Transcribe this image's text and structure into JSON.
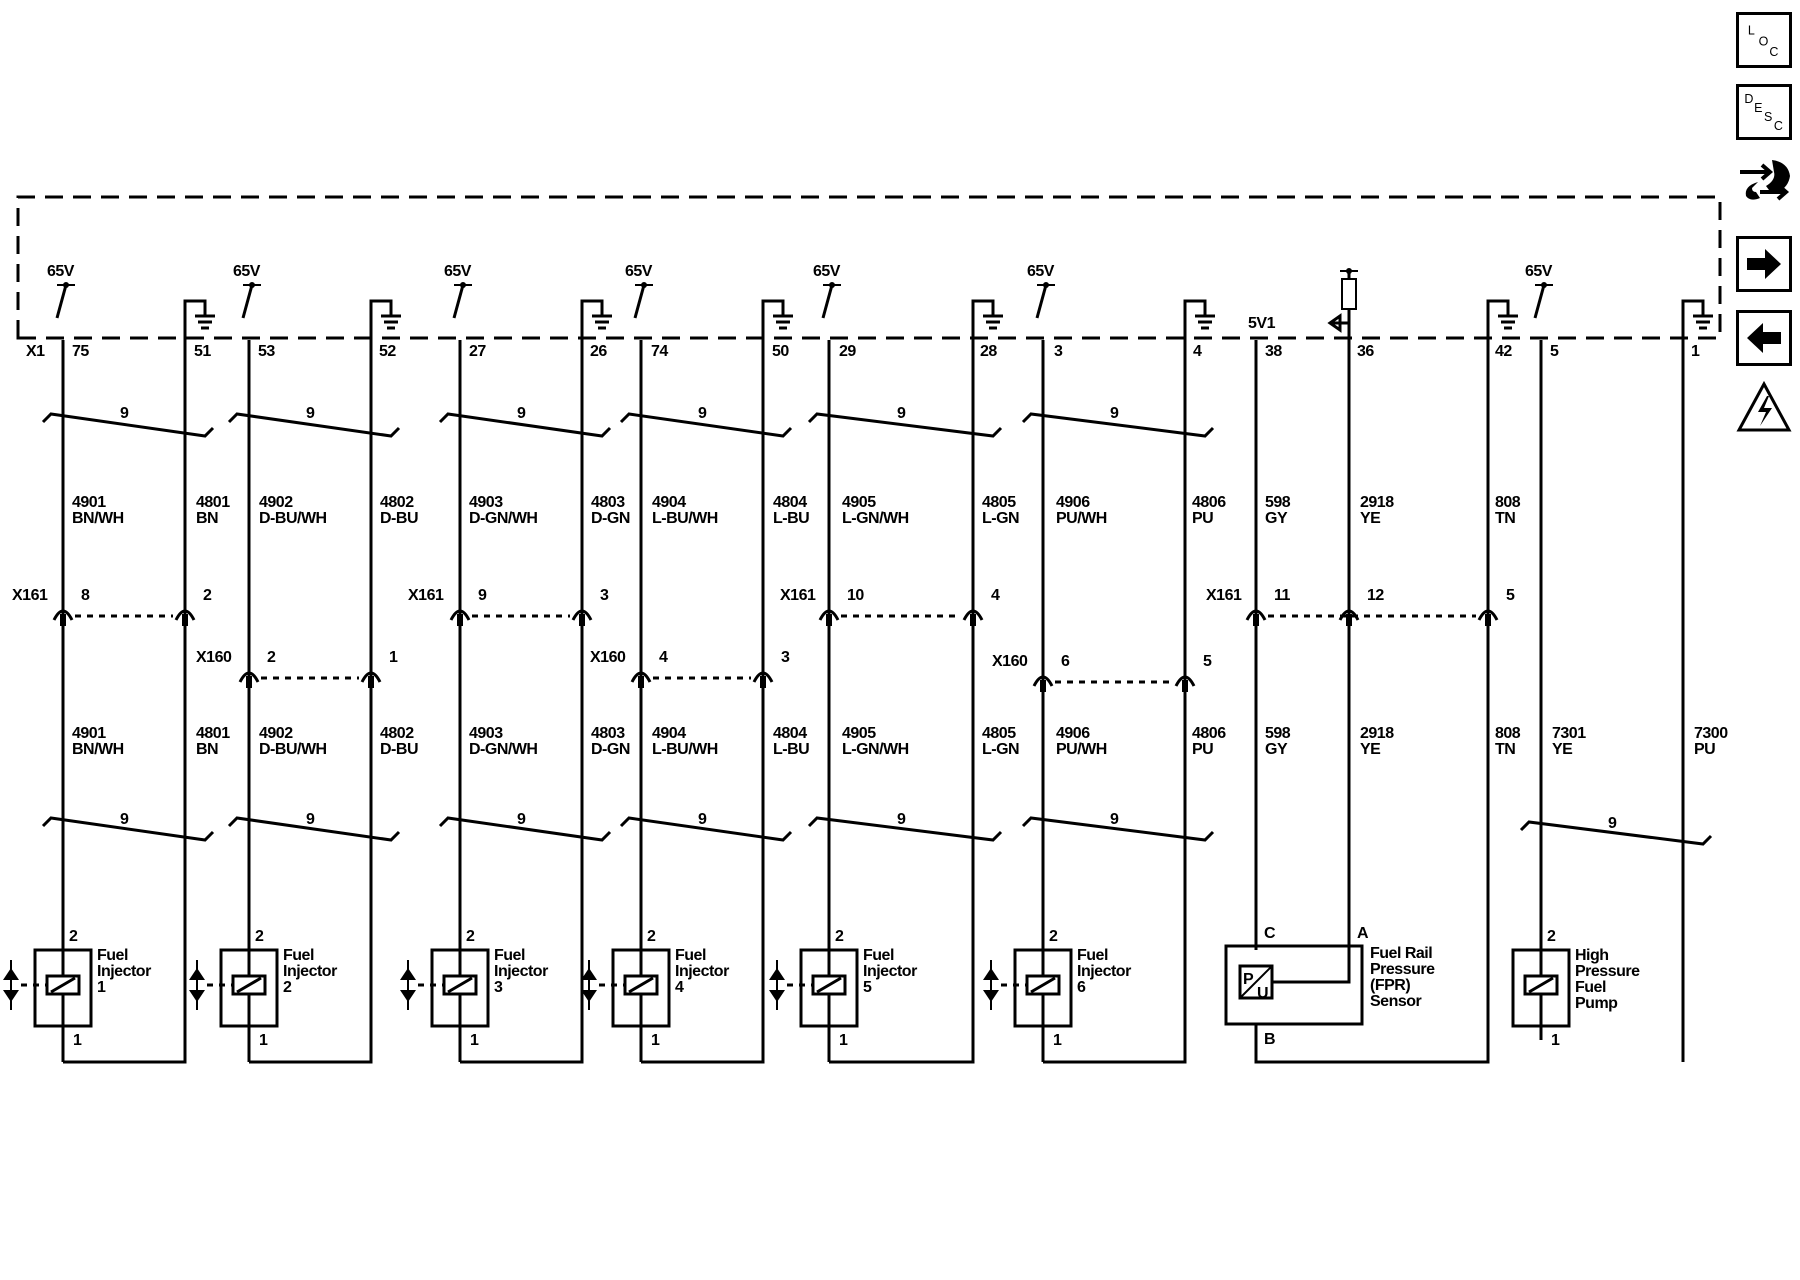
{
  "nav_icons": [
    {
      "id": "loc",
      "icon": "loc-icon",
      "letters": [
        "L",
        "O",
        "C"
      ]
    },
    {
      "id": "desc",
      "icon": "desc-icon",
      "letters": [
        "D",
        "E",
        "S",
        "C"
      ]
    },
    {
      "id": "connector",
      "icon": "connector-end-view-icon"
    },
    {
      "id": "next",
      "icon": "arrow-right-icon"
    },
    {
      "id": "prev",
      "icon": "arrow-left-icon"
    },
    {
      "id": "warning",
      "icon": "high-voltage-warning-icon"
    }
  ],
  "ecm": {
    "connector_label": "X1",
    "supply_label": "65V",
    "ref_label": "5V1"
  },
  "pins": [
    "75",
    "51",
    "53",
    "52",
    "27",
    "26",
    "74",
    "50",
    "29",
    "28",
    "3",
    "4",
    "38",
    "36",
    "42",
    "5",
    "1"
  ],
  "twist_label": "9",
  "upper_wires": [
    {
      "circuit": "4901",
      "color": "BN/WH"
    },
    {
      "circuit": "4801",
      "color": "BN"
    },
    {
      "circuit": "4902",
      "color": "D-BU/WH"
    },
    {
      "circuit": "4802",
      "color": "D-BU"
    },
    {
      "circuit": "4903",
      "color": "D-GN/WH"
    },
    {
      "circuit": "4803",
      "color": "D-GN"
    },
    {
      "circuit": "4904",
      "color": "L-BU/WH"
    },
    {
      "circuit": "4804",
      "color": "L-BU"
    },
    {
      "circuit": "4905",
      "color": "L-GN/WH"
    },
    {
      "circuit": "4805",
      "color": "L-GN"
    },
    {
      "circuit": "4906",
      "color": "PU/WH"
    },
    {
      "circuit": "4806",
      "color": "PU"
    },
    {
      "circuit": "598",
      "color": "GY"
    },
    {
      "circuit": "2918",
      "color": "YE"
    },
    {
      "circuit": "808",
      "color": "TN"
    }
  ],
  "lower_wires": [
    {
      "circuit": "4901",
      "color": "BN/WH"
    },
    {
      "circuit": "4801",
      "color": "BN"
    },
    {
      "circuit": "4902",
      "color": "D-BU/WH"
    },
    {
      "circuit": "4802",
      "color": "D-BU"
    },
    {
      "circuit": "4903",
      "color": "D-GN/WH"
    },
    {
      "circuit": "4803",
      "color": "D-GN"
    },
    {
      "circuit": "4904",
      "color": "L-BU/WH"
    },
    {
      "circuit": "4804",
      "color": "L-BU"
    },
    {
      "circuit": "4905",
      "color": "L-GN/WH"
    },
    {
      "circuit": "4805",
      "color": "L-GN"
    },
    {
      "circuit": "4906",
      "color": "PU/WH"
    },
    {
      "circuit": "4806",
      "color": "PU"
    },
    {
      "circuit": "598",
      "color": "GY"
    },
    {
      "circuit": "2918",
      "color": "YE"
    },
    {
      "circuit": "808",
      "color": "TN"
    },
    {
      "circuit": "7301",
      "color": "YE"
    },
    {
      "circuit": "7300",
      "color": "PU"
    }
  ],
  "inline_connectors": {
    "x161": {
      "label": "X161",
      "groups": [
        [
          "8",
          "2"
        ],
        [
          "9",
          "3"
        ],
        [
          "10",
          "4"
        ],
        [
          "11",
          "12",
          "5"
        ]
      ]
    },
    "x160": {
      "label": "X160",
      "groups": [
        [
          "2",
          "1"
        ],
        [
          "4",
          "3"
        ],
        [
          "6",
          "5"
        ]
      ]
    }
  },
  "components": [
    {
      "name": "Fuel Injector 1",
      "lines": [
        "Fuel",
        "Injector",
        "1"
      ],
      "pin_top": "2",
      "pin_bottom": "1"
    },
    {
      "name": "Fuel Injector 2",
      "lines": [
        "Fuel",
        "Injector",
        "2"
      ],
      "pin_top": "2",
      "pin_bottom": "1"
    },
    {
      "name": "Fuel Injector 3",
      "lines": [
        "Fuel",
        "Injector",
        "3"
      ],
      "pin_top": "2",
      "pin_bottom": "1"
    },
    {
      "name": "Fuel Injector 4",
      "lines": [
        "Fuel",
        "Injector",
        "4"
      ],
      "pin_top": "2",
      "pin_bottom": "1"
    },
    {
      "name": "Fuel Injector 5",
      "lines": [
        "Fuel",
        "Injector",
        "5"
      ],
      "pin_top": "2",
      "pin_bottom": "1"
    },
    {
      "name": "Fuel Injector 6",
      "lines": [
        "Fuel",
        "Injector",
        "6"
      ],
      "pin_top": "2",
      "pin_bottom": "1"
    },
    {
      "name": "Fuel Rail Pressure (FPR) Sensor",
      "lines": [
        "Fuel Rail",
        "Pressure",
        "(FPR)",
        "Sensor"
      ],
      "pins": [
        "C",
        "A",
        "B"
      ],
      "symbol": [
        "P",
        "U"
      ]
    },
    {
      "name": "High Pressure Fuel Pump",
      "lines": [
        "High",
        "Pressure",
        "Fuel",
        "Pump"
      ],
      "pin_top": "2",
      "pin_bottom": "1"
    }
  ]
}
